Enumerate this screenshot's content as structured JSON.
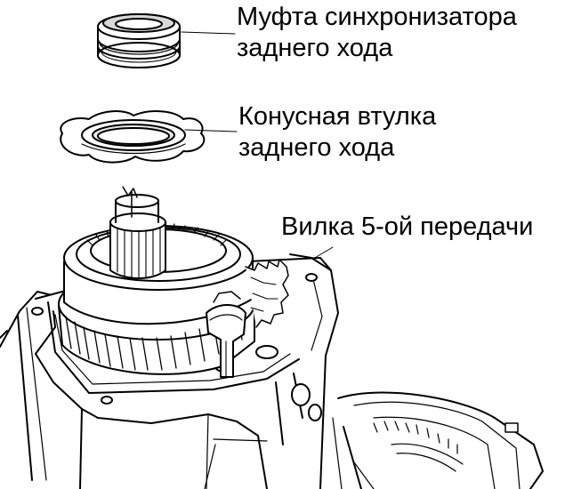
{
  "labels": {
    "sync_sleeve": {
      "line1": "Муфта синхронизатора",
      "line2": "заднего хода"
    },
    "cone_sleeve": {
      "line1": "Конусная втулка",
      "line2": "заднего хода"
    },
    "fifth_fork": {
      "line1": "Вилка 5-ой передачи"
    }
  },
  "colors": {
    "ink": "#000000",
    "paper": "#ffffff",
    "shade": "#d8d8d8"
  }
}
